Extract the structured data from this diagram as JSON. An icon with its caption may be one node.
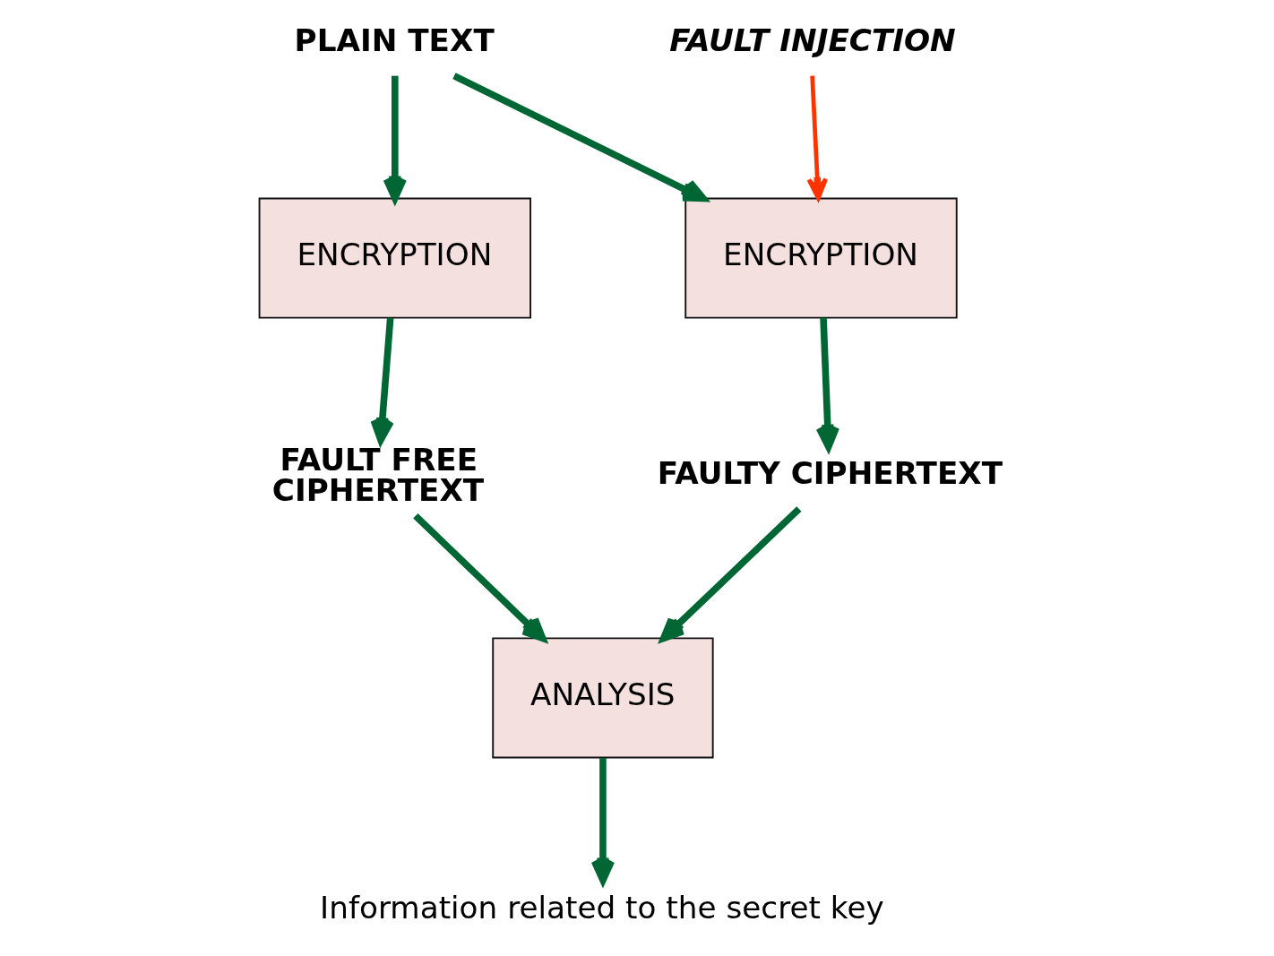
{
  "diagram": {
    "nodes": [
      {
        "text": [
          "PLAIN TEXT"
        ]
      },
      {
        "text": [
          "ENCRYPTION"
        ]
      },
      {
        "text": [
          "ENCRYPTION"
        ]
      },
      {
        "text": [
          "FAULT INJECTION"
        ]
      },
      {
        "text": [
          "FAULT FREE CIPHERTEXT"
        ]
      },
      {
        "text": [
          "FAULTY CIPHERTEXT"
        ]
      },
      {
        "text": [
          "ANALYSIS"
        ]
      },
      {
        "text": [
          "Information related to the secret key"
        ]
      }
    ],
    "edges": [
      {
        "from": 0,
        "to": 1,
        "arrow": "to"
      },
      {
        "from": 0,
        "to": 2,
        "arrow": "to"
      },
      {
        "from": 3,
        "to": 2,
        "arrow": "to",
        "color": "#ff3300"
      },
      {
        "from": 1,
        "to": 4,
        "arrow": "to"
      },
      {
        "from": 2,
        "to": 5,
        "arrow": "to"
      },
      {
        "from": 4,
        "to": 6,
        "arrow": "to"
      },
      {
        "from": 5,
        "to": 6,
        "arrow": "to"
      },
      {
        "from": 6,
        "to": 7,
        "arrow": "to"
      }
    ]
  }
}
